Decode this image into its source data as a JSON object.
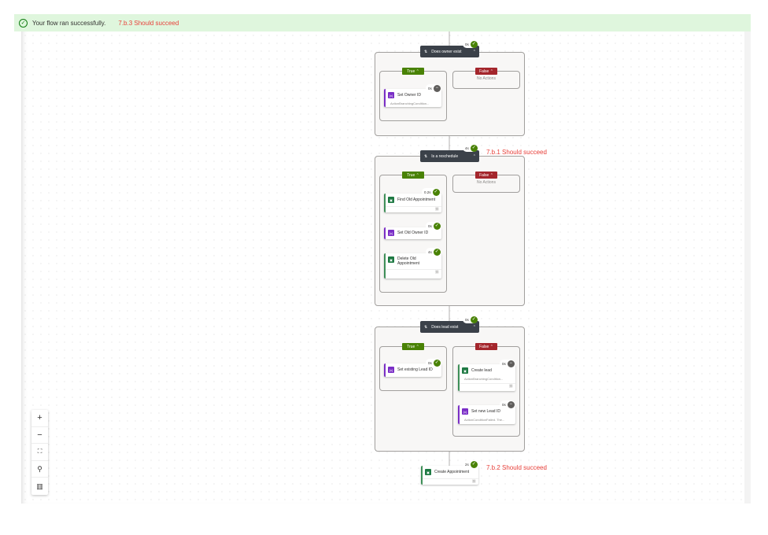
{
  "banner": {
    "message": "Your flow ran successfully.",
    "note": "7.b.3 Should succeed",
    "icon": "check-circle-icon"
  },
  "scopes": [
    {
      "title": "Does owner exist",
      "duration": "0s",
      "status": "succeeded",
      "true_label": "True",
      "false_label": "False",
      "false_empty": "No Actions",
      "true_actions": [
        {
          "name": "Set Owner ID",
          "duration": "0s",
          "status": "skipped",
          "detail": "ActionBranchingCondition..."
        }
      ]
    },
    {
      "title": "Is a reschedule",
      "duration": "4s",
      "status": "succeeded",
      "annotation": "7.b.1 Should succeed",
      "true_label": "True",
      "false_label": "False",
      "false_empty": "No Actions",
      "true_actions": [
        {
          "name": "Find Old Appointment",
          "duration": "0.2s",
          "status": "succeeded"
        },
        {
          "name": "Set Old Owner ID",
          "duration": "0s",
          "status": "succeeded"
        },
        {
          "name": "Delete Old Appointment",
          "duration": "4s",
          "status": "succeeded"
        }
      ]
    },
    {
      "title": "Does lead exist",
      "duration": "0s",
      "status": "succeeded",
      "true_label": "True",
      "false_label": "False",
      "true_actions": [
        {
          "name": "Set existing Lead ID",
          "duration": "0s",
          "status": "succeeded"
        }
      ],
      "false_actions": [
        {
          "name": "Create lead",
          "duration": "0s",
          "status": "skipped",
          "detail": "ActionBranchingCondition..."
        },
        {
          "name": "Set new Lead ID",
          "duration": "0s",
          "status": "skipped",
          "detail": "ActionConditionFailed. The..."
        }
      ]
    }
  ],
  "final_action": {
    "name": "Create Appointment",
    "duration": "2s",
    "status": "succeeded",
    "annotation": "7.b.2 Should succeed"
  },
  "zoom_controls": [
    "zoom-in",
    "zoom-out",
    "fit-view",
    "search",
    "minimap"
  ],
  "colors": {
    "success": "#498205",
    "false": "#a4262c",
    "header": "#3b4149",
    "annotation": "#e8403a",
    "banner": "#dff6dd"
  }
}
